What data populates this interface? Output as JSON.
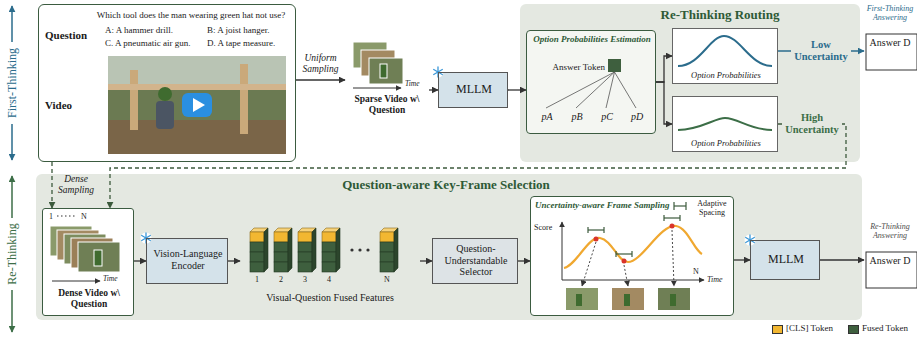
{
  "diagram": {
    "nodes": [
      {
        "text": [
          "Which tool does the man wearing green hat not use?",
          "Question",
          "A: A hammer drill.",
          "B: A joist hanger.",
          "C. A pneumatic air gun.",
          "D. A tape measure.",
          "Video"
        ]
      },
      {
        "text": [
          "Time",
          "Sparse Video w\\ Question"
        ]
      },
      {
        "text": [
          "MLLM"
        ]
      },
      {
        "text": [
          "Re-Thinking Routing"
        ]
      },
      {
        "text": [
          "Option Probabilities Estimation",
          "Answer Token",
          "pA",
          "pB",
          "pC",
          "pD"
        ],
        "in": 3
      },
      {
        "text": [
          "Option Probabilities"
        ],
        "in": 3
      },
      {
        "text": [
          "Option Probabilities"
        ],
        "in": 3
      },
      {
        "text": [
          "First-Thinking Answering",
          "Answer D"
        ]
      },
      {
        "text": [
          "Question-aware Key-Frame Selection"
        ]
      },
      {
        "text": [
          "1",
          "N",
          "Time",
          "Dense Video w\\ Question"
        ],
        "in": 8
      },
      {
        "text": [
          "Vision-Language Encoder"
        ],
        "in": 8
      },
      {
        "text": [
          "1",
          "2",
          "3",
          "4",
          "N",
          "Visual-Question Fused Features"
        ],
        "in": 8
      },
      {
        "text": [
          "Question-Understandable Selector"
        ],
        "in": 8
      },
      {
        "text": [
          "Uncertainty-aware Frame Sampling",
          "Adaptive Spacing",
          "Score",
          "N",
          "Time"
        ],
        "in": 8
      },
      {
        "text": [
          "MLLM"
        ],
        "in": 8
      },
      {
        "text": [
          "Re-Thinking Answering",
          "Answer D"
        ]
      }
    ],
    "edges": [
      {
        "from": 0,
        "to": 1,
        "label": "Uniform Sampling",
        "arrow": "to"
      },
      {
        "from": 1,
        "to": 2,
        "arrow": "to"
      },
      {
        "from": 2,
        "to": 4,
        "arrow": "to"
      },
      {
        "from": 4,
        "to": 5,
        "arrow": "to"
      },
      {
        "from": 4,
        "to": 6,
        "arrow": "to"
      },
      {
        "from": 5,
        "to": 7,
        "label": "Low Uncertainty",
        "arrow": "to"
      },
      {
        "from": 6,
        "to": 9,
        "label": "High Uncertainty",
        "arrow": "to"
      },
      {
        "from": 0,
        "to": 9,
        "label": "Dense Sampling",
        "arrow": "to"
      },
      {
        "from": 9,
        "to": 10,
        "arrow": "to"
      },
      {
        "from": 10,
        "to": 11,
        "arrow": "to"
      },
      {
        "from": 11,
        "to": 12,
        "arrow": "to"
      },
      {
        "from": 12,
        "to": 13,
        "arrow": "to"
      },
      {
        "from": 13,
        "to": 14,
        "arrow": "to"
      },
      {
        "from": 14,
        "to": 15,
        "arrow": "to"
      }
    ],
    "labels": [
      "First-Thinking",
      "Re-Thinking"
    ],
    "legend": [
      {
        "text": "[CLS] Token",
        "color": "#f2b731"
      },
      {
        "text": "Fused Token",
        "color": "#3e5f3e"
      }
    ]
  }
}
